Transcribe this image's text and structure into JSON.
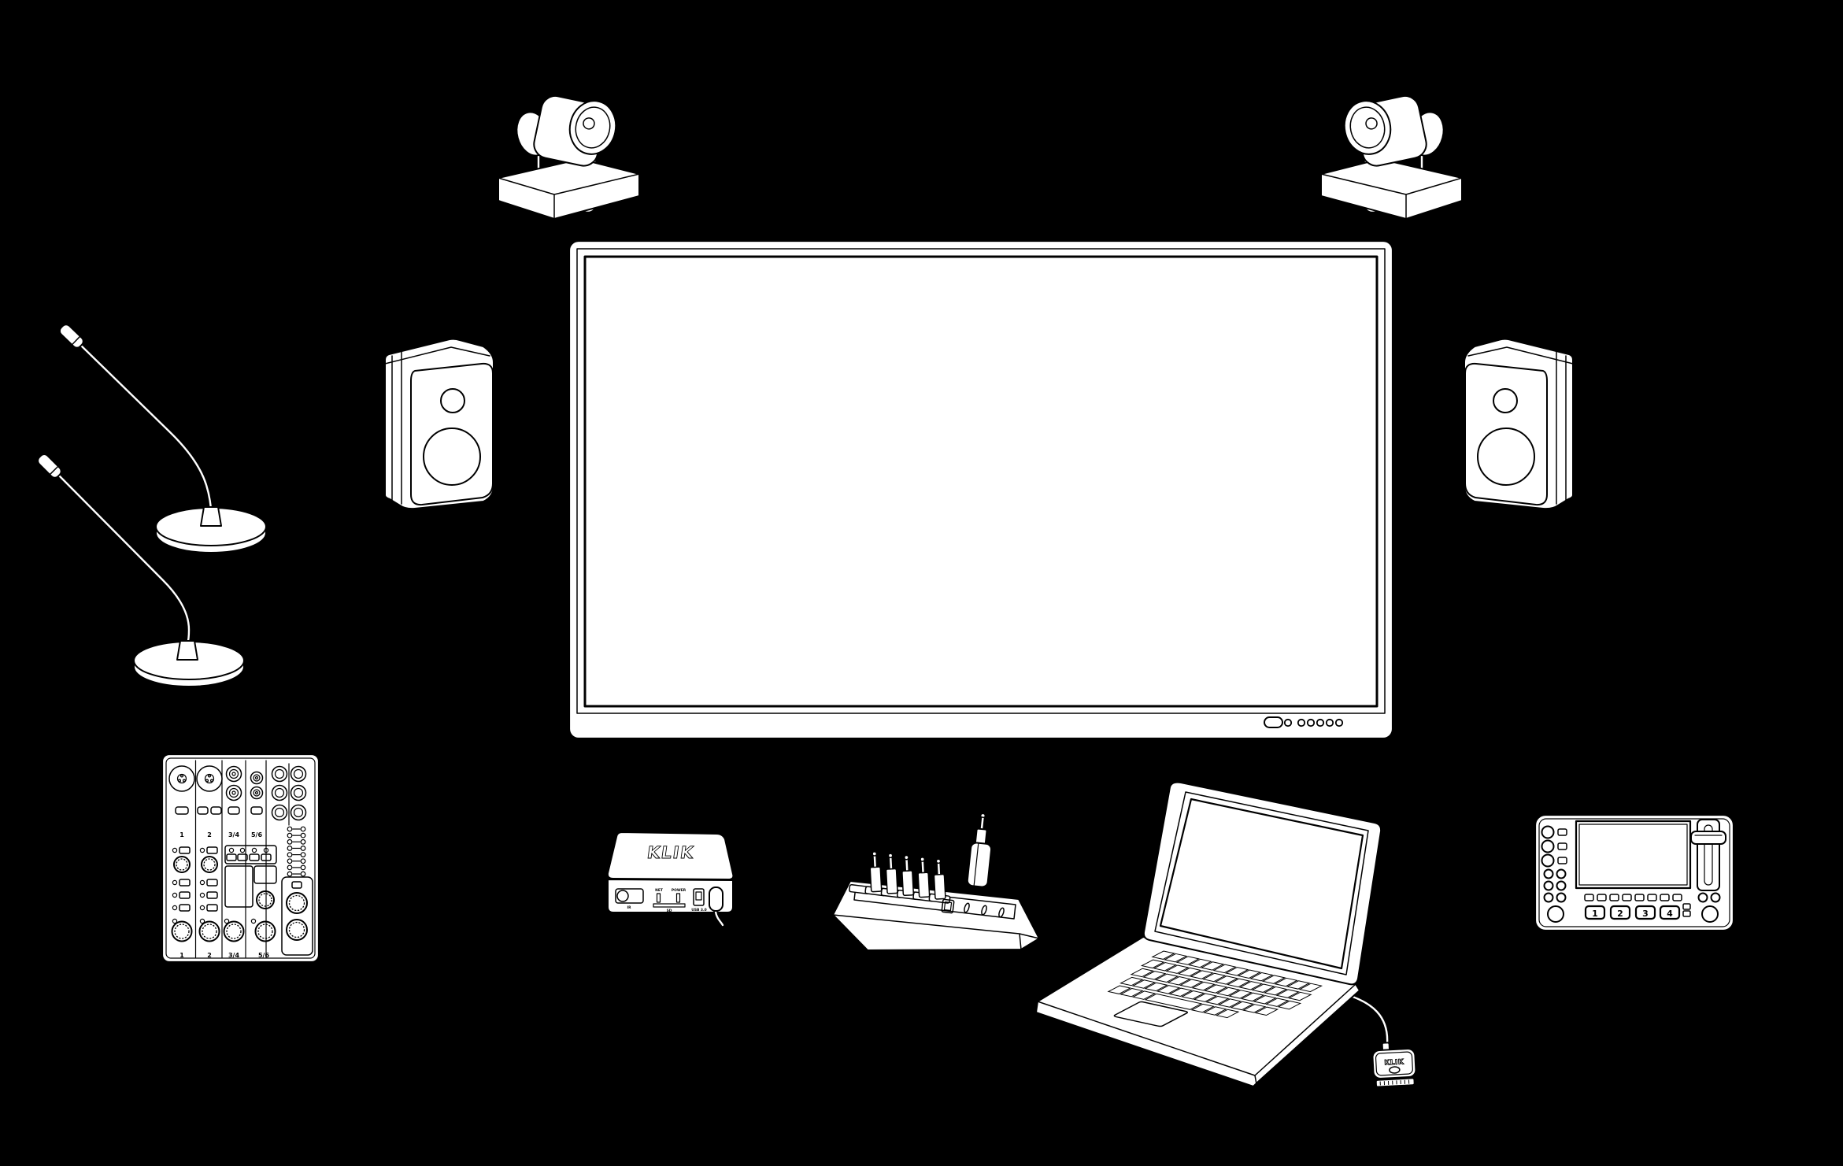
{
  "colors": {
    "background": "#000000",
    "line": "#000000",
    "fill": "#ffffff"
  },
  "devices": {
    "klik_box": {
      "logo": "KLIK",
      "labels": {
        "ir": "IR",
        "net": "NET",
        "power": "POWER",
        "sd": "SD",
        "usb": "USB 3.0"
      }
    },
    "klik_puck": {
      "logo": "KLIK"
    },
    "mixer": {
      "channel_labels_top": [
        "1",
        "2",
        "3/4",
        "5/6"
      ],
      "channel_labels_bottom": [
        "1",
        "2",
        "3/4",
        "5/6"
      ]
    },
    "switcher": {
      "program_buttons": [
        "1",
        "2",
        "3",
        "4"
      ]
    }
  }
}
